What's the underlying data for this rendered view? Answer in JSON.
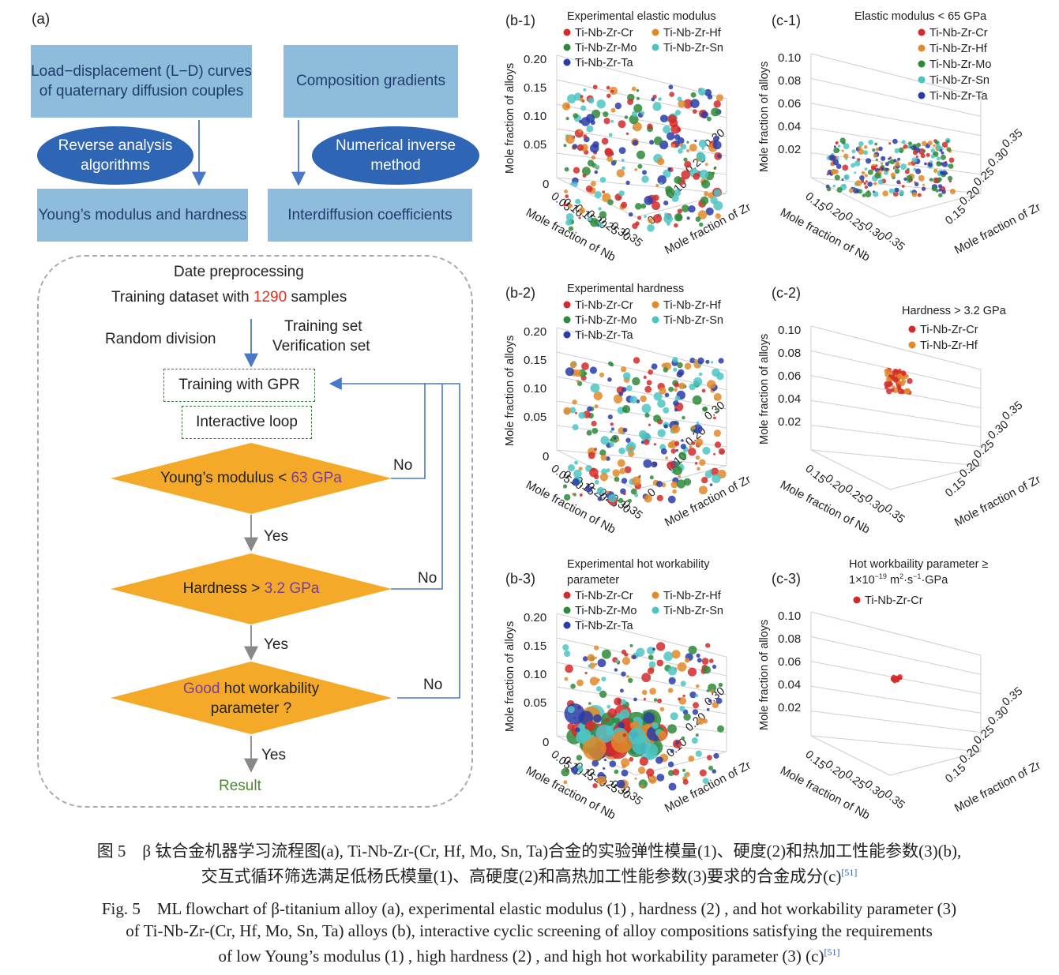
{
  "flowchart": {
    "panel_label": "(a)",
    "box_ld": "Load−displacement (L−D) curves of quaternary diffusion couples",
    "box_comp": "Composition gradients",
    "ellipse_reverse": "Reverse analysis algorithms",
    "ellipse_numerical": "Numerical inverse method",
    "box_young": "Young’s modulus and hardness",
    "box_interdiff": "Interdiffusion coefficients",
    "preprocess_title": "Date preprocessing",
    "dataset_prefix": "Training dataset with ",
    "dataset_count": "1290",
    "dataset_suffix": " samples",
    "random_division": "Random division",
    "training_set": "Training set",
    "verification_set": "Verification set",
    "training_gpr": "Training with GPR",
    "interactive_loop": "Interactive loop",
    "diamond1_prefix": "Young’s modulus < ",
    "diamond1_value": "63 GPa",
    "diamond2_prefix": "Hardness > ",
    "diamond2_value": "3.2 GPa",
    "diamond3_good": "Good",
    "diamond3_rest": " hot workability",
    "diamond3_line2": "parameter ?",
    "no1": "No",
    "no2": "No",
    "no3": "No",
    "yes1": "Yes",
    "yes2": "Yes",
    "yes3": "Yes",
    "result": "Result",
    "colors": {
      "box": "#8ebcdd",
      "ellipse": "#2f65b5",
      "diamond": "#f4a928",
      "arrow": "#4a78c8",
      "highlight_red": "#e03020",
      "highlight_purple": "#7a3c9a",
      "result_green": "#4a8a30"
    }
  },
  "chart_data": [
    {
      "panel": "(b-1)",
      "type": "scatter",
      "title": "Experimental elastic modulus",
      "legend": [
        "Ti-Nb-Zr-Cr",
        "Ti-Nb-Zr-Hf",
        "Ti-Nb-Zr-Mo",
        "Ti-Nb-Zr-Sn",
        "Ti-Nb-Zr-Ta"
      ],
      "zlabel": "Mole fraction of alloys",
      "xlabel": "Mole fraction of Nb",
      "ylabel": "Mole fraction of Zr",
      "z_ticks": [
        "0.20",
        "0.15",
        "0.10",
        "0.05",
        "0"
      ],
      "x_ticks": [
        "0.05",
        "0.10",
        "0.15",
        "0.20",
        "0.25",
        "0.30",
        "0.35"
      ],
      "y_ticks": [
        "0",
        "0.10",
        "0.20",
        "0.30"
      ],
      "layout": "b"
    },
    {
      "panel": "(b-2)",
      "type": "scatter",
      "title": "Experimental hardness",
      "legend": [
        "Ti-Nb-Zr-Cr",
        "Ti-Nb-Zr-Hf",
        "Ti-Nb-Zr-Mo",
        "Ti-Nb-Zr-Sn",
        "Ti-Nb-Zr-Ta"
      ],
      "zlabel": "Mole fraction of alloys",
      "xlabel": "Mole fraction of Nb",
      "ylabel": "Mole fraction of Zr",
      "z_ticks": [
        "0.20",
        "0.15",
        "0.10",
        "0.05",
        "0"
      ],
      "x_ticks": [
        "0.05",
        "0.10",
        "0.15",
        "0.20",
        "0.25",
        "0.30",
        "0.35"
      ],
      "y_ticks": [
        "0",
        "0.10",
        "0.20",
        "0.30"
      ],
      "layout": "b"
    },
    {
      "panel": "(b-3)",
      "type": "scatter",
      "title": "Experimental hot workability parameter",
      "legend": [
        "Ti-Nb-Zr-Cr",
        "Ti-Nb-Zr-Hf",
        "Ti-Nb-Zr-Mo",
        "Ti-Nb-Zr-Sn",
        "Ti-Nb-Zr-Ta"
      ],
      "zlabel": "Mole fraction of alloys",
      "xlabel": "Mole fraction of Nb",
      "ylabel": "Mole fraction of Zr",
      "z_ticks": [
        "0.20",
        "0.15",
        "0.10",
        "0.05",
        "0"
      ],
      "x_ticks": [
        "0.05",
        "0.10",
        "0.15",
        "0.20",
        "0.25",
        "0.30",
        "0.35"
      ],
      "y_ticks": [
        "0",
        "0.10",
        "0.20",
        "0.30"
      ],
      "layout": "b"
    },
    {
      "panel": "(c-1)",
      "type": "scatter",
      "title": "Elastic modulus < 65 GPa",
      "legend": [
        "Ti-Nb-Zr-Cr",
        "Ti-Nb-Zr-Hf",
        "Ti-Nb-Zr-Mo",
        "Ti-Nb-Zr-Sn",
        "Ti-Nb-Zr-Ta"
      ],
      "zlabel": "Mole fraction of alloys",
      "xlabel": "Mole fraction of Nb",
      "ylabel": "Mole fraction of Zr",
      "z_ticks": [
        "0.10",
        "0.08",
        "0.06",
        "0.04",
        "0.02"
      ],
      "x_ticks": [
        "0.15",
        "0.20",
        "0.25",
        "0.30",
        "0.35"
      ],
      "y_ticks": [
        "0.15",
        "0.20",
        "0.25",
        "0.30",
        "0.35"
      ],
      "layout": "c"
    },
    {
      "panel": "(c-2)",
      "type": "scatter",
      "title": "Hardness > 3.2 GPa",
      "legend": [
        "Ti-Nb-Zr-Cr",
        "Ti-Nb-Zr-Hf"
      ],
      "zlabel": "Mole fraction of alloys",
      "xlabel": "Mole fraction of Nb",
      "ylabel": "Mole fraction of Zr",
      "z_ticks": [
        "0.10",
        "0.08",
        "0.06",
        "0.04",
        "0.02"
      ],
      "x_ticks": [
        "0.15",
        "0.20",
        "0.25",
        "0.30",
        "0.35"
      ],
      "y_ticks": [
        "0.15",
        "0.20",
        "0.25",
        "0.30",
        "0.35"
      ],
      "layout": "c"
    },
    {
      "panel": "(c-3)",
      "type": "scatter",
      "title": "Hot workbaility parameter ≥ 1×10⁻¹⁹ m²·s⁻¹·GPa",
      "legend": [
        "Ti-Nb-Zr-Cr"
      ],
      "zlabel": "Mole fraction of alloys",
      "xlabel": "Mole fraction of Nb",
      "ylabel": "Mole fraction of Zr",
      "z_ticks": [
        "0.10",
        "0.08",
        "0.06",
        "0.04",
        "0.02"
      ],
      "x_ticks": [
        "0.15",
        "0.20",
        "0.25",
        "0.30",
        "0.35"
      ],
      "y_ticks": [
        "0.15",
        "0.20",
        "0.25",
        "0.30",
        "0.35"
      ],
      "layout": "c"
    }
  ],
  "series_colors": {
    "Ti-Nb-Zr-Cr": "#d42a2a",
    "Ti-Nb-Zr-Hf": "#e08a2a",
    "Ti-Nb-Zr-Mo": "#2e8a3a",
    "Ti-Nb-Zr-Sn": "#4cc4c4",
    "Ti-Nb-Zr-Ta": "#2a3ca8"
  },
  "caption": {
    "zh_line1": "图 5　β 钛合金机器学习流程图(a), Ti-Nb-Zr-(Cr, Hf, Mo, Sn, Ta)合金的实验弹性模量(1)、硬度(2)和热加工性能参数(3)(b),",
    "zh_line2": "交互式循环筛选满足低杨氏模量(1)、高硬度(2)和高热加工性能参数(3)要求的合金成分(c)",
    "ref": "[51]",
    "en_line1": "Fig. 5　ML flowchart of β-titanium alloy (a), experimental elastic modulus (1) , hardness (2) , and hot workability parameter (3)",
    "en_line2": "of Ti-Nb-Zr-(Cr, Hf, Mo, Sn, Ta) alloys (b), interactive cyclic screening of alloy compositions satisfying the requirements",
    "en_line3": "of low Young’s modulus (1) , high hardness (2) , and high hot workability parameter (3) (c)"
  }
}
